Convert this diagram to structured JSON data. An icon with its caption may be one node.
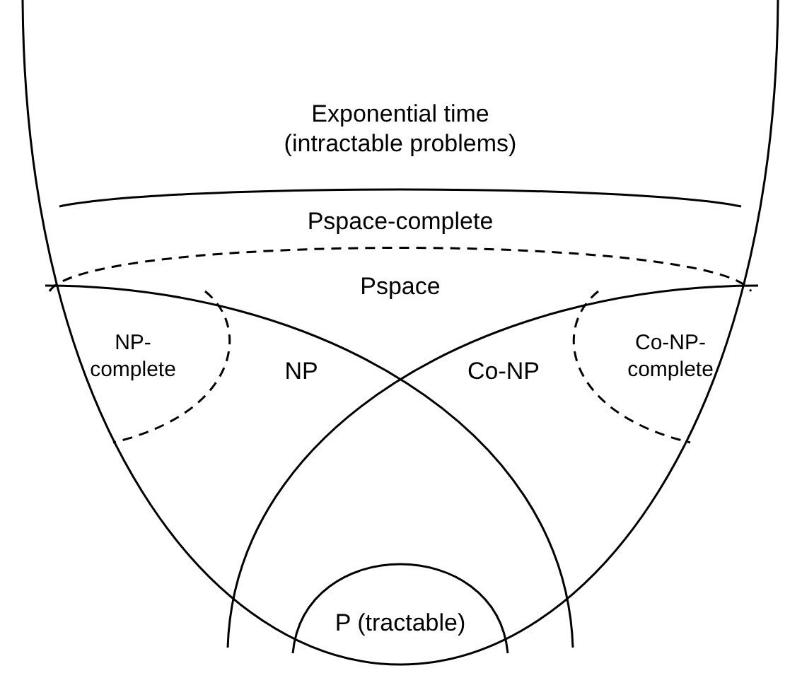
{
  "diagram": {
    "nodes": [
      {
        "text": [
          "Exponential time (intractable problems)"
        ]
      },
      {
        "text": [
          "Pspace-complete"
        ]
      },
      {
        "text": [
          "Pspace"
        ]
      },
      {
        "text": [
          "NP-complete"
        ]
      },
      {
        "text": [
          "NP"
        ]
      },
      {
        "text": [
          "Co-NP"
        ]
      },
      {
        "text": [
          "Co-NP-complete"
        ]
      },
      {
        "text": [
          "P (tractable)"
        ]
      }
    ]
  }
}
